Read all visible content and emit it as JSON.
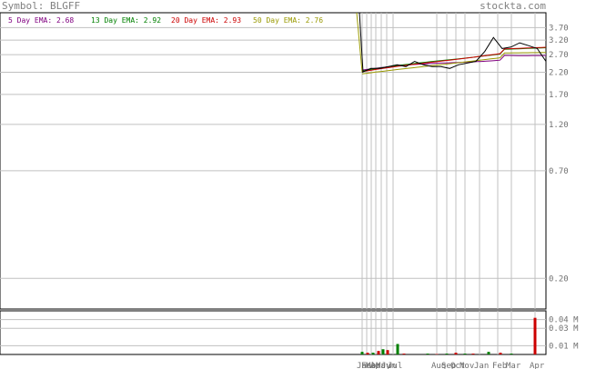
{
  "header": {
    "symbol_label": "Symbol: BLGFF",
    "brand": "stockta.com"
  },
  "legend": [
    {
      "text": "5 Day EMA: 2.68",
      "color": "#800080"
    },
    {
      "text": "13 Day EMA: 2.92",
      "color": "#008000"
    },
    {
      "text": "20 Day EMA: 2.93",
      "color": "#cc0000"
    },
    {
      "text": "50 Day EMA: 2.76",
      "color": "#999900"
    }
  ],
  "chart_data": [
    {
      "type": "line",
      "title": "Symbol: BLGFF",
      "y_scale": "log",
      "y_tick_labels": [
        "3.70",
        "3.20",
        "2.70",
        "2.20",
        "1.70",
        "1.20",
        "0.70",
        "0.20"
      ],
      "y_ticks": [
        3.7,
        3.2,
        2.7,
        2.2,
        1.7,
        1.2,
        0.7,
        0.2
      ],
      "x_tick_labels": [
        "Jan",
        "Feb",
        "Mar",
        "Apr",
        "May",
        "Jun",
        "Jul",
        "Aug",
        "Sep",
        "Oct",
        "Nov",
        "Jan",
        "Feb",
        "Mar",
        "Apr"
      ],
      "grid": true,
      "series": [
        {
          "name": "5 Day EMA",
          "color": "#800080",
          "last": 2.68
        },
        {
          "name": "13 Day EMA",
          "color": "#008000",
          "last": 2.92
        },
        {
          "name": "20 Day EMA",
          "color": "#cc0000",
          "last": 2.93
        },
        {
          "name": "50 Day EMA",
          "color": "#999900",
          "last": 2.76
        }
      ],
      "price": [
        [
          "Jan",
          2.2
        ],
        [
          "Jan",
          2.3
        ],
        [
          "Feb",
          2.3
        ],
        [
          "Feb",
          2.35
        ],
        [
          "Mar",
          2.4
        ],
        [
          "Apr",
          2.35
        ],
        [
          "May",
          2.5
        ],
        [
          "May",
          2.4
        ],
        [
          "Jun",
          2.35
        ],
        [
          "Jul",
          2.35
        ],
        [
          "Aug",
          2.3
        ],
        [
          "Sep",
          2.4
        ],
        [
          "Oct",
          2.45
        ],
        [
          "Nov",
          2.5
        ],
        [
          "Nov",
          2.8
        ],
        [
          "Jan",
          3.3
        ],
        [
          "Jan",
          2.9
        ],
        [
          "Feb",
          2.95
        ],
        [
          "Mar",
          3.1
        ],
        [
          "Mar",
          3.0
        ],
        [
          "Apr",
          2.9
        ],
        [
          "Apr",
          2.5
        ]
      ]
    },
    {
      "type": "bar",
      "title": "Volume",
      "y_tick_labels": [
        "0.04 M",
        "0.03 M",
        "0.01 M"
      ],
      "y_ticks": [
        0.04,
        0.03,
        0.01
      ],
      "ylim": [
        0,
        0.05
      ],
      "values": [
        0.003,
        0.002,
        0.002,
        0.004,
        0.006,
        0.005,
        0.012,
        0.001,
        0.001,
        0.0005,
        0.001,
        0.002,
        0.001,
        0.001,
        0.003,
        0.002,
        0.001,
        0.042
      ]
    }
  ]
}
